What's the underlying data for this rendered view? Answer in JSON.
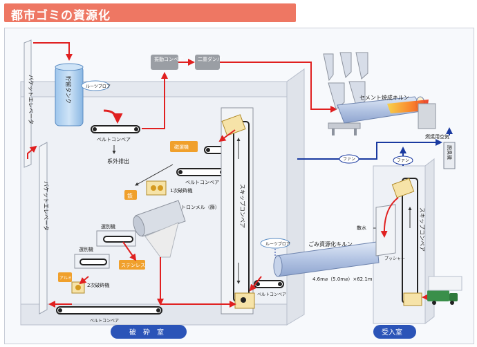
{
  "title": "都市ゴミの資源化",
  "colors": {
    "title_bg": "#ee7763",
    "flow_red": "#e02020",
    "flow_blue": "#1a3aa0",
    "machine_orange": "#f0a02c",
    "tag_gray": "#9a9ea4",
    "wall": "#e6e9ef",
    "kiln_blue": "#b9c9e6"
  },
  "labels": {
    "bucket_elevator_top": "バケットエレベータ",
    "bucket_elevator_left": "バケットエレベータ",
    "storage_tank": "貯留タンク",
    "roots_blower_1": "ルーツブロア",
    "roots_blower_2": "ルーツブロア",
    "vibrating_conveyor": "振動コンベア",
    "double_damper": "二重ダンパ",
    "cement_kiln": "セメント焼成キルン",
    "belt_conveyor_1": "ベルトコンベア",
    "system_exhaust": "系外排出",
    "magnetic_separator": "磁選機",
    "belt_conveyor_2": "ベルトコンベア",
    "iron": "鉄",
    "primary_crusher": "1次破砕機",
    "trommel": "トロンメル（篩）",
    "skip_conveyor_center": "スキップコンベア",
    "sorter_1": "選別機",
    "sorter_2": "選別機",
    "stainless": "ステンレス",
    "aluminum": "アルミ",
    "secondary_crusher": "2次破砕機",
    "belt_conveyor_bottom": "ベルトコンベア",
    "belt_conveyor_small": "ベルトコンベア",
    "fan_1": "ファン",
    "fan_2": "ファン",
    "combustion_air": "燃焼用空気",
    "deodorizer": "脱臭機",
    "waste_kiln": "ごみ資源化キルン",
    "kiln_size": "4.6m⌀（5.0m⌀）×62.1m",
    "water_spray": "散水",
    "pusher": "プッシャー",
    "skip_conveyor_right": "スキップコンベア",
    "crushing_room": "破　砕　室",
    "receiving_room": "受入室"
  }
}
